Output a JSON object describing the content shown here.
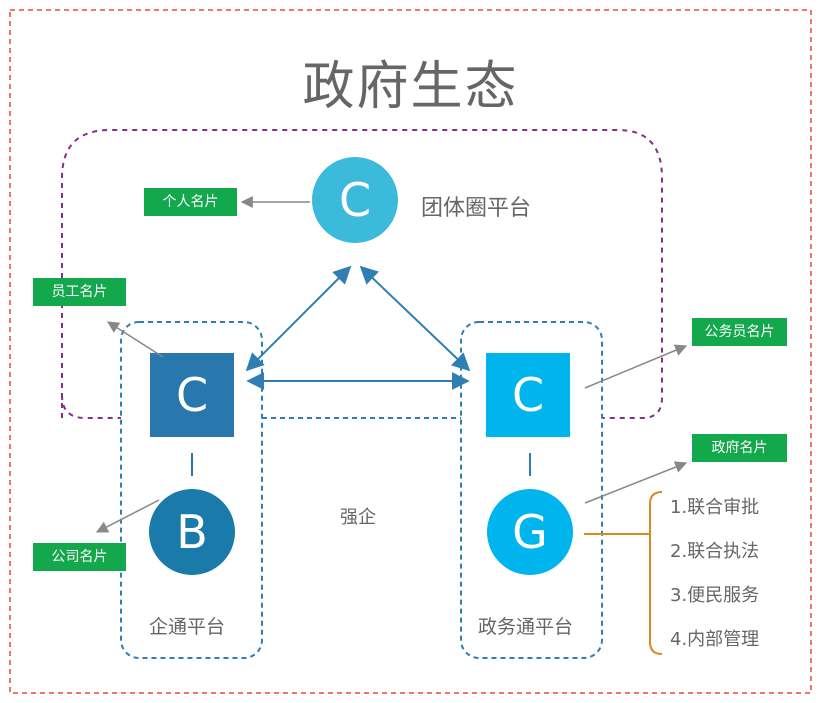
{
  "title": "政府生态",
  "colors": {
    "outer_border": "#e64a3c",
    "group_border": "#8a2c8c",
    "platform_border": "#2f7fb5",
    "green": "#12a84b",
    "dark_blue": "#2877ad",
    "mid_blue": "#1a7aaa",
    "light_blue": "#00b4ee",
    "teal_circle": "#3bbadc",
    "bracket": "#d98a1c",
    "arrow_blue": "#2f7fb5",
    "arrow_gray": "#888888"
  },
  "nodes": {
    "top_c": {
      "letter": "C",
      "label": "团体圈平台"
    },
    "left_c": {
      "letter": "C"
    },
    "left_b": {
      "letter": "B"
    },
    "right_c": {
      "letter": "C"
    },
    "right_g": {
      "letter": "G"
    }
  },
  "tags": {
    "personal_card": "个人名片",
    "employee_card": "员工名片",
    "company_card": "公司名片",
    "civil_servant_card": "公务员名片",
    "government_card": "政府名片"
  },
  "platforms": {
    "enterprise": "企通平台",
    "government": "政务通平台",
    "center": "强企"
  },
  "services": [
    "1.联合审批",
    "2.联合执法",
    "3.便民服务",
    "4.内部管理"
  ]
}
